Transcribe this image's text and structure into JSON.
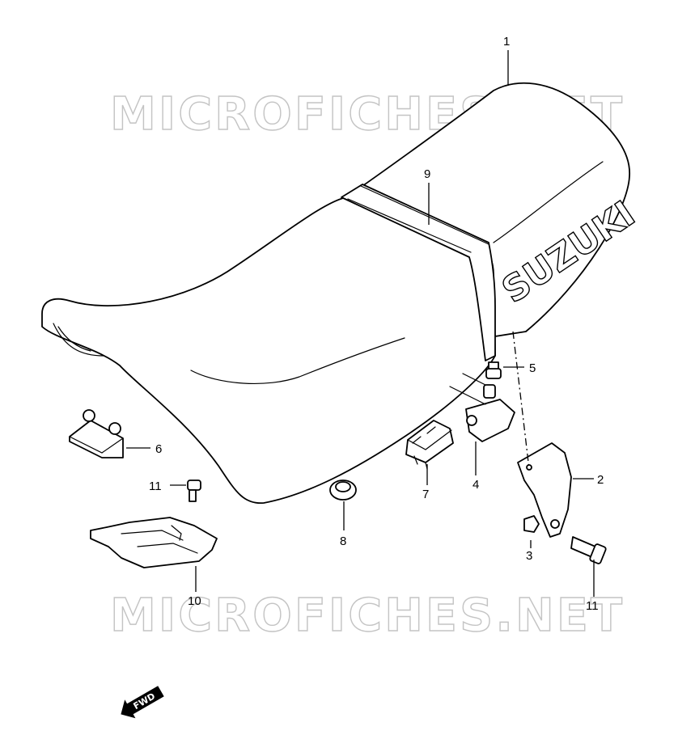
{
  "watermark": {
    "text": "MICROFICHES.NET",
    "color": "#c4c4c4"
  },
  "seat_brand": "SUZUKI",
  "fwd_label": "FWD",
  "callouts": {
    "seat": "1",
    "bracket": "2",
    "nut": "3",
    "hinge_bracket": "4",
    "bolt_small": "5",
    "cushion_block": "6",
    "cushion_rubber": "7",
    "grommet": "8",
    "seat_strap": "9",
    "seat_plate": "10",
    "screw": "11",
    "bolt": "11"
  }
}
